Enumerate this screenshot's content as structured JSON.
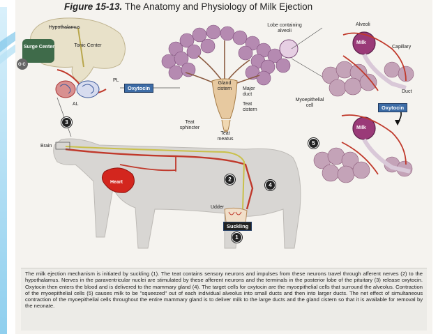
{
  "figure": {
    "number": "Figure 15-13.",
    "title": "The Anatomy and Physiology of Milk Ejection"
  },
  "labels": {
    "hypothalamus": "Hypothalamus",
    "surge_center": "Surge Center",
    "tonic_center": "Tonic Center",
    "oc": "O C",
    "pl": "PL",
    "al": "AL",
    "lobe": "Lobe containing alveoli",
    "gland_cistern": "Gland cistern",
    "major_duct": "Major duct",
    "teat_cistern": "Teat cistern",
    "teat_sphincter": "Teat sphincter",
    "teat_meatus": "Teat meatus",
    "alveoli": "Alveoli",
    "capillary": "Capillary",
    "duct": "Duct",
    "milk_top": "Milk",
    "milk_bottom": "Milk",
    "myoepithelial": "Myoepithelial cell",
    "brain": "Brain",
    "heart": "Heart",
    "udder": "Udder"
  },
  "tags": {
    "oxytocin_left": "Oxytocin",
    "oxytocin_right": "Oxytocin",
    "suckling": "Suckling"
  },
  "steps": [
    "1",
    "2",
    "3",
    "4",
    "5"
  ],
  "caption": "The milk ejection mechanism is initiated by suckling (1). The teat contains sensory neurons and impulses from these neurons travel through afferent nerves (2) to the hypothalamus. Nerves in the paraventricular nuclei are stimulated by these afferent neurons and the terminals in the posterior lobe of the pituitary (3) release oxytocin. Oxytocin then enters the blood and is delivered to the mammary gland (4). The target cells for oxytocin are the myoepithelial cells that surround the alveolus. Contraction of the myoepithelial cells (5) causes milk to be \"squeezed\" out of each individual alveolus into small ducts and then into larger ducts. The net effect of simultaneous contraction of the myoepithelial cells throughout the entire mammary gland is to deliver milk to the large ducts and the gland cistern so that it is available for removal by the neonate."
}
